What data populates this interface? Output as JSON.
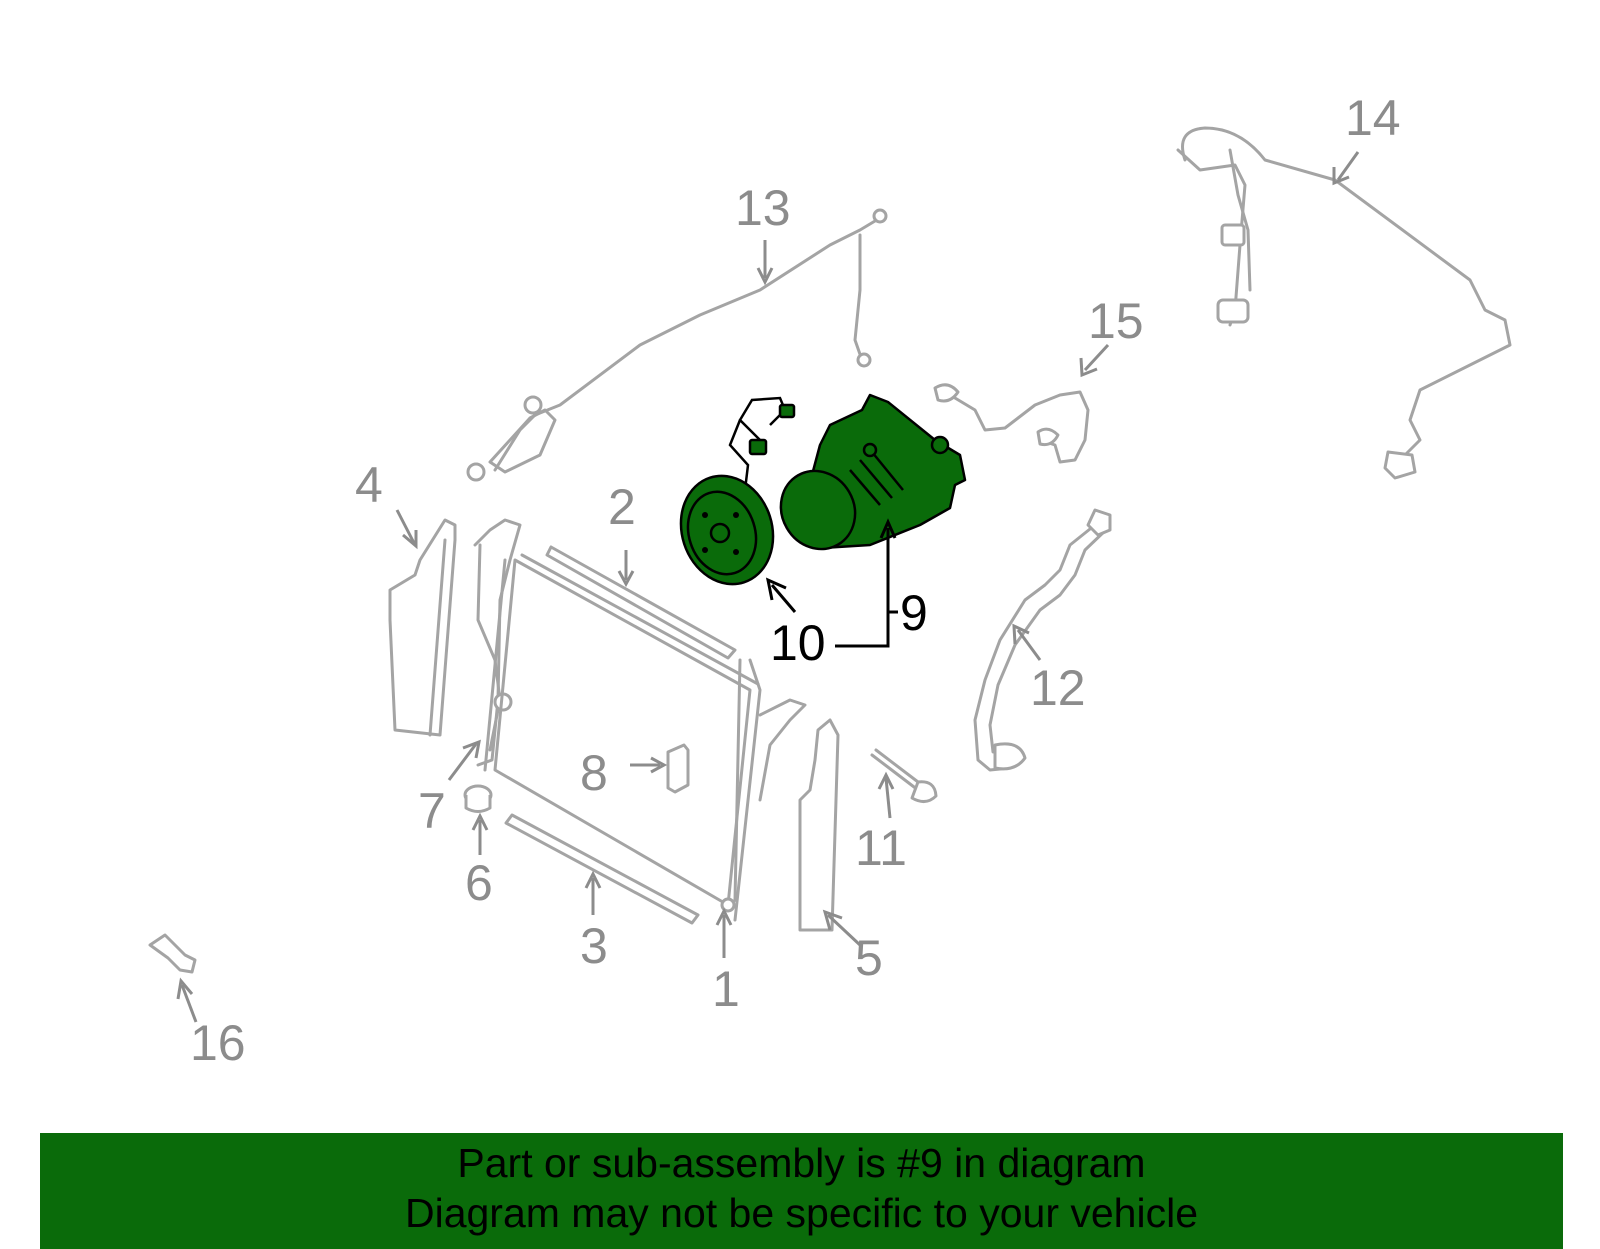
{
  "callouts": {
    "c1": "1",
    "c2": "2",
    "c3": "3",
    "c4": "4",
    "c5": "5",
    "c6": "6",
    "c7": "7",
    "c8": "8",
    "c9": "9",
    "c10": "10",
    "c11": "11",
    "c12": "12",
    "c13": "13",
    "c14": "14",
    "c15": "15",
    "c16": "16"
  },
  "banner": {
    "line1": "Part or sub-assembly is #9 in diagram",
    "line2": "Diagram may not be specific to your vehicle"
  },
  "colors": {
    "highlight": "#0a6b0a",
    "banner_background": "#0a6b0a",
    "part_outline": "#a4a4a4",
    "callout_text": "#8c8c8c"
  }
}
